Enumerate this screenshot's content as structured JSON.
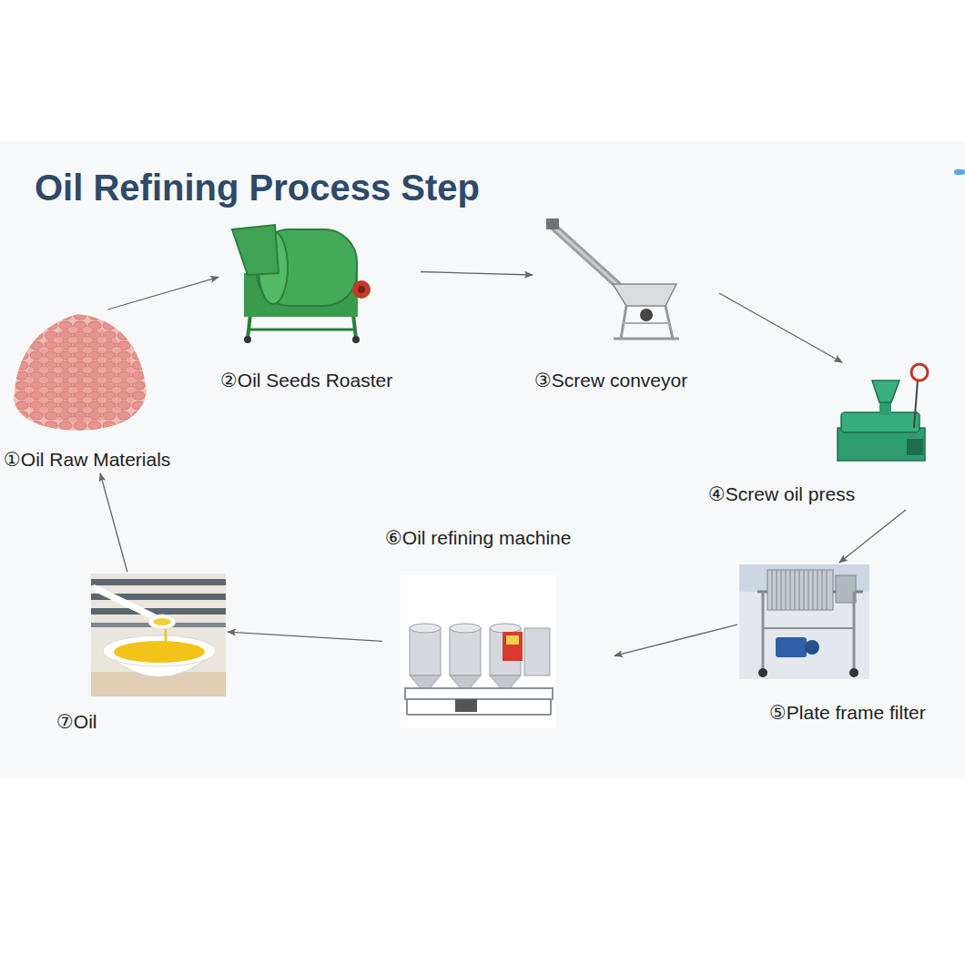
{
  "diagram": {
    "title": "Oil Refining Process Step",
    "nodes": [
      {
        "text": [
          "①Oil Raw Materials"
        ]
      },
      {
        "text": [
          "②Oil Seeds Roaster"
        ]
      },
      {
        "text": [
          "③Screw conveyor"
        ]
      },
      {
        "text": [
          "④Screw oil press"
        ]
      },
      {
        "text": [
          "⑤Plate frame filter"
        ]
      },
      {
        "text": [
          "⑥Oil refining machine"
        ]
      },
      {
        "text": [
          "⑦Oil"
        ]
      }
    ],
    "edges": [
      {
        "from": 0,
        "to": 1,
        "arrow": "to"
      },
      {
        "from": 1,
        "to": 2,
        "arrow": "to"
      },
      {
        "from": 2,
        "to": 3,
        "arrow": "to"
      },
      {
        "from": 3,
        "to": 4,
        "arrow": "to"
      },
      {
        "from": 4,
        "to": 5,
        "arrow": "to"
      },
      {
        "from": 5,
        "to": 6,
        "arrow": "to"
      },
      {
        "from": 6,
        "to": 0,
        "arrow": "to"
      }
    ]
  }
}
